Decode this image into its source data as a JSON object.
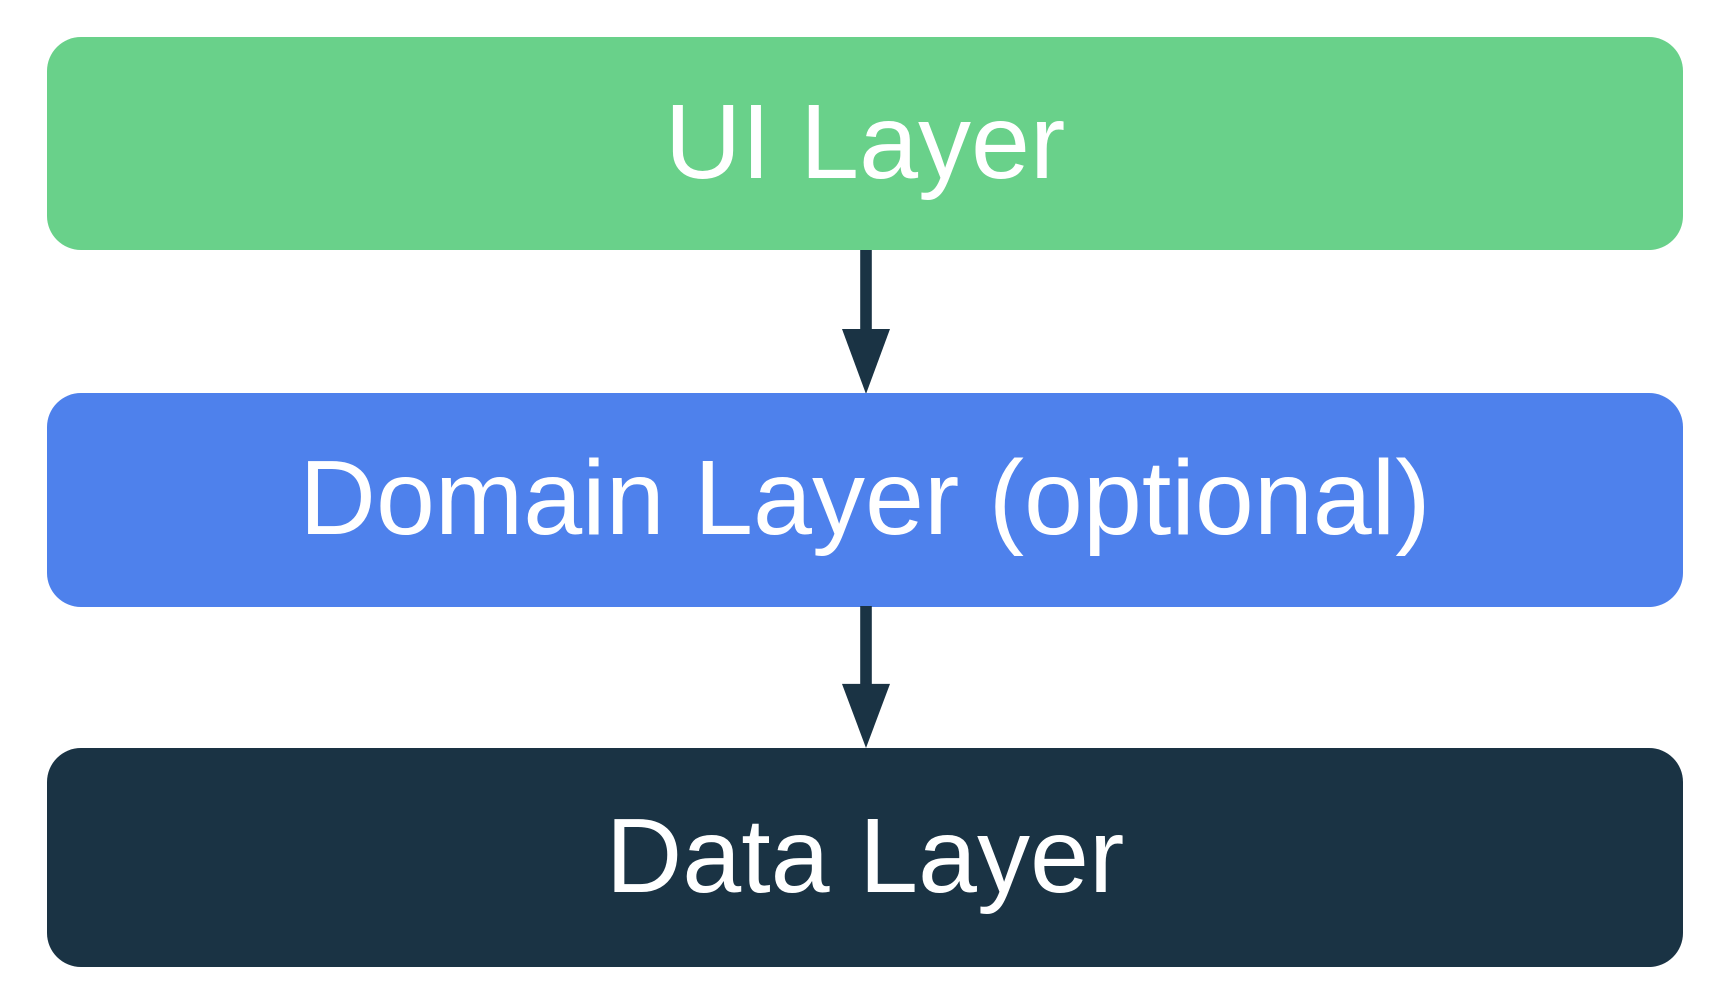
{
  "diagram": {
    "layers": [
      {
        "id": "ui",
        "label": "UI Layer",
        "color": "#69D18A",
        "text_color": "#FFFFFF"
      },
      {
        "id": "domain",
        "label": "Domain Layer (optional)",
        "color": "#4E81EC",
        "text_color": "#FFFFFF"
      },
      {
        "id": "data",
        "label": "Data Layer",
        "color": "#1A3344",
        "text_color": "#FFFFFF"
      }
    ],
    "arrows": [
      {
        "from": "ui",
        "to": "domain"
      },
      {
        "from": "domain",
        "to": "data"
      }
    ],
    "colors": {
      "background": "#FFFFFF",
      "arrow": "#1A3344"
    }
  }
}
